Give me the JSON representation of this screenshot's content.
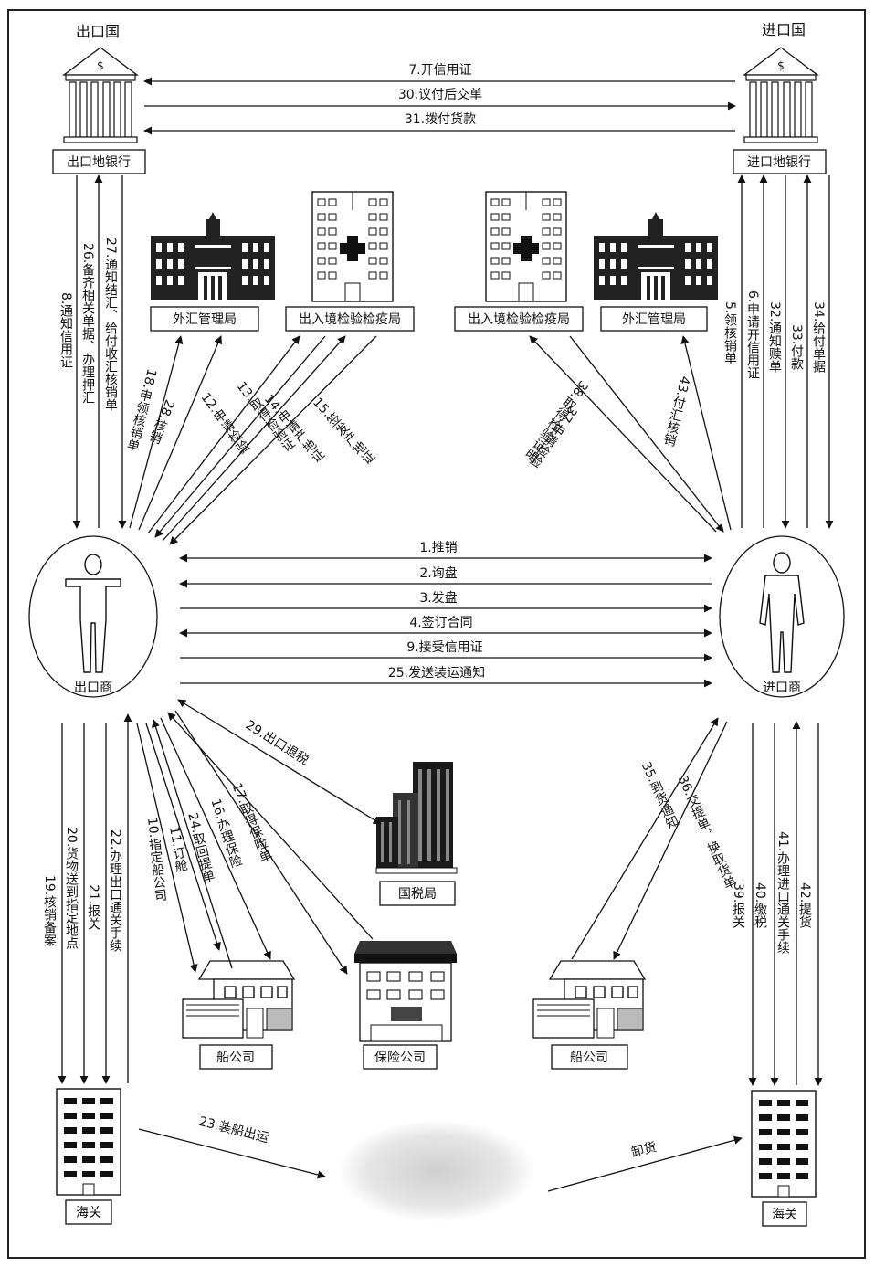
{
  "countries": {
    "export": "出口国",
    "import": "进口国"
  },
  "nodes": {
    "export_bank": "出口地银行",
    "import_bank": "进口地银行",
    "forex_left": "外汇管理局",
    "inspection_left": "出入境检验检疫局",
    "inspection_right": "出入境检验检疫局",
    "forex_right": "外汇管理局",
    "exporter": "出口商",
    "importer": "进口商",
    "tax_bureau": "国税局",
    "shipping_left": "船公司",
    "insurance": "保险公司",
    "shipping_right": "船公司",
    "customs_left": "海关",
    "customs_right": "海关"
  },
  "bank_flows": [
    "7.开信用证",
    "30.议付后交单",
    "31.拨付货款"
  ],
  "trade_flows": [
    "1.推销",
    "2.询盘",
    "3.发盘",
    "4.签订合同",
    "9.接受信用证",
    "25.发送装运通知"
  ],
  "vertical_labels": {
    "s8": "8.通知信用证",
    "s26": "26.备齐相关单据、办理押汇",
    "s27": "27.通知结汇、给付收汇核销单",
    "s5": "5.领核销单",
    "s6": "6.申请开信用证",
    "s32": "32.通知赎单",
    "s33": "33.付款",
    "s34": "34.给付单据",
    "s19": "19.核销备案",
    "s20": "20.货物送到指定地点",
    "s21": "21.报关",
    "s22": "22.办理出口通关手续",
    "s10": "10.指定船公司",
    "s11": "11.订舱",
    "s24": "24.取回提单",
    "s16": "16.办理保险",
    "s17": "17.取得保险单",
    "s39": "39.报关",
    "s40": "40.缴税",
    "s41": "41.办理进口通关手续",
    "s42": "42.提货"
  },
  "diagonal_labels": {
    "s18": "18.申领核销单",
    "s28": "28.核销",
    "s12": "12.申请检验",
    "s13": "13.取得检验证",
    "s14": "14.申请产地证",
    "s15": "15.签发产地证",
    "s29": "29.出口退税",
    "s38": "38.取得检验证明",
    "s37": "37.申请检验",
    "s43": "43.付汇核销",
    "s35": "35.到货通知",
    "s36": "36.交提单，换取货单"
  },
  "shipping_flows": {
    "ship_out": "23.装船出运",
    "unload": "卸货"
  },
  "icons": [
    "bank-icon",
    "government-building-icon",
    "hospital-icon",
    "person-icon",
    "skyscraper-icon",
    "house-icon",
    "office-icon",
    "customs-building-icon",
    "ship-icon"
  ]
}
